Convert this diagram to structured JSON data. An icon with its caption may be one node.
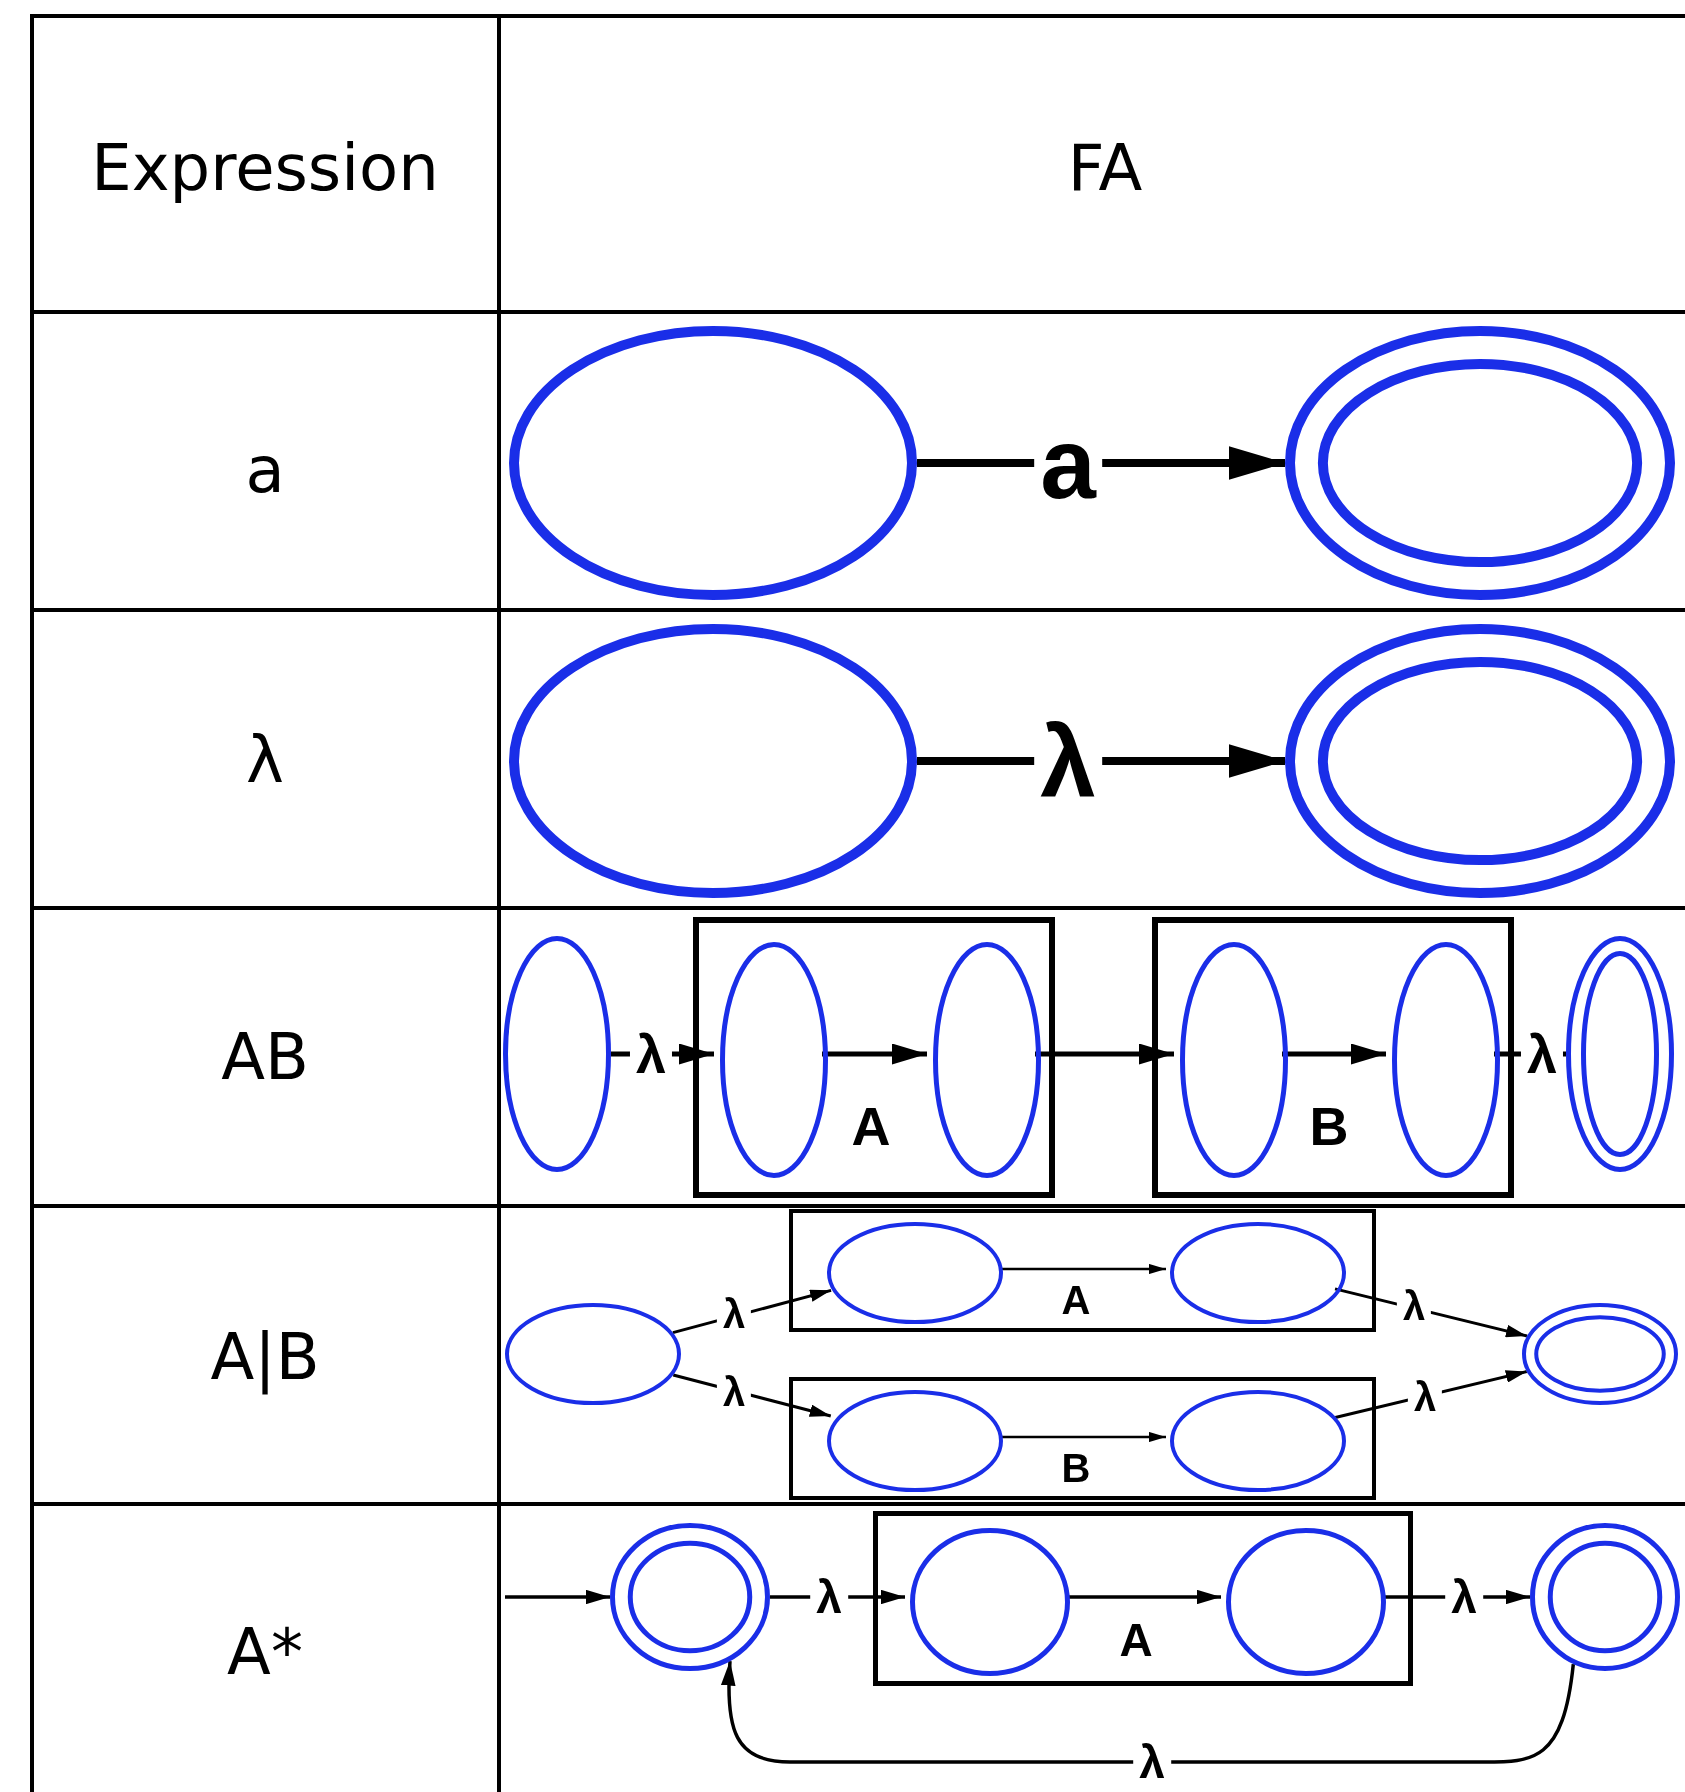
{
  "diagram": {
    "nodes": [
      {
        "text": [],
        "shape": "circle"
      },
      {
        "text": [],
        "shape": "doublecircle"
      },
      {
        "text": [],
        "shape": "circle"
      },
      {
        "text": [],
        "shape": "doublecircle"
      },
      {
        "text": [],
        "shape": "circle"
      },
      {
        "text": [],
        "shape": "box"
      },
      {
        "text": [],
        "shape": "circle",
        "in": 5
      },
      {
        "text": [],
        "shape": "circle",
        "in": 5
      },
      {
        "text": [],
        "shape": "box"
      },
      {
        "text": [],
        "shape": "circle",
        "in": 8
      },
      {
        "text": [],
        "shape": "circle",
        "in": 8
      },
      {
        "text": [],
        "shape": "doublecircle"
      },
      {
        "text": [],
        "shape": "circle"
      },
      {
        "text": [],
        "shape": "box"
      },
      {
        "text": [],
        "shape": "circle",
        "in": 13
      },
      {
        "text": [],
        "shape": "circle",
        "in": 13
      },
      {
        "text": [],
        "shape": "box"
      },
      {
        "text": [],
        "shape": "circle",
        "in": 16
      },
      {
        "text": [],
        "shape": "circle",
        "in": 16
      },
      {
        "text": [],
        "shape": "doublecircle"
      },
      {
        "text": [],
        "shape": "doublecircle"
      },
      {
        "text": [],
        "shape": "box"
      },
      {
        "text": [],
        "shape": "circle",
        "in": 21
      },
      {
        "text": [],
        "shape": "circle",
        "in": 21
      },
      {
        "text": [],
        "shape": "doublecircle"
      }
    ],
    "edges": [
      {
        "from": 0,
        "to": 1,
        "arrow": "to",
        "label": "a",
        "style": "thick"
      },
      {
        "from": 2,
        "to": 3,
        "arrow": "to",
        "label": "λ",
        "style": "thick"
      },
      {
        "from": 4,
        "to": 6,
        "arrow": "to",
        "label": "λ"
      },
      {
        "from": 6,
        "to": 7,
        "arrow": "to",
        "label": "A"
      },
      {
        "from": 7,
        "to": 9,
        "arrow": "to"
      },
      {
        "from": 9,
        "to": 10,
        "arrow": "to",
        "label": "B"
      },
      {
        "from": 10,
        "to": 11,
        "arrow": "to",
        "label": "λ"
      },
      {
        "from": 12,
        "to": 14,
        "arrow": "to",
        "label": "λ"
      },
      {
        "from": 12,
        "to": 17,
        "arrow": "to",
        "label": "λ"
      },
      {
        "from": 14,
        "to": 15,
        "arrow": "to",
        "label": "A"
      },
      {
        "from": 17,
        "to": 18,
        "arrow": "to",
        "label": "B"
      },
      {
        "from": 15,
        "to": 19,
        "arrow": "to",
        "label": "λ"
      },
      {
        "from": 18,
        "to": 19,
        "arrow": "to",
        "label": "λ"
      },
      {
        "from": null,
        "to": 20,
        "arrow": "to"
      },
      {
        "from": 20,
        "to": 22,
        "arrow": "to",
        "label": "λ"
      },
      {
        "from": 22,
        "to": 23,
        "arrow": "to",
        "label": "A"
      },
      {
        "from": 23,
        "to": 24,
        "arrow": "to",
        "label": "λ"
      },
      {
        "from": 24,
        "to": 20,
        "arrow": "to",
        "label": "λ"
      }
    ],
    "labels": [
      "Expression",
      "FA",
      "a",
      "λ",
      "AB",
      "A|B",
      "A*"
    ]
  }
}
